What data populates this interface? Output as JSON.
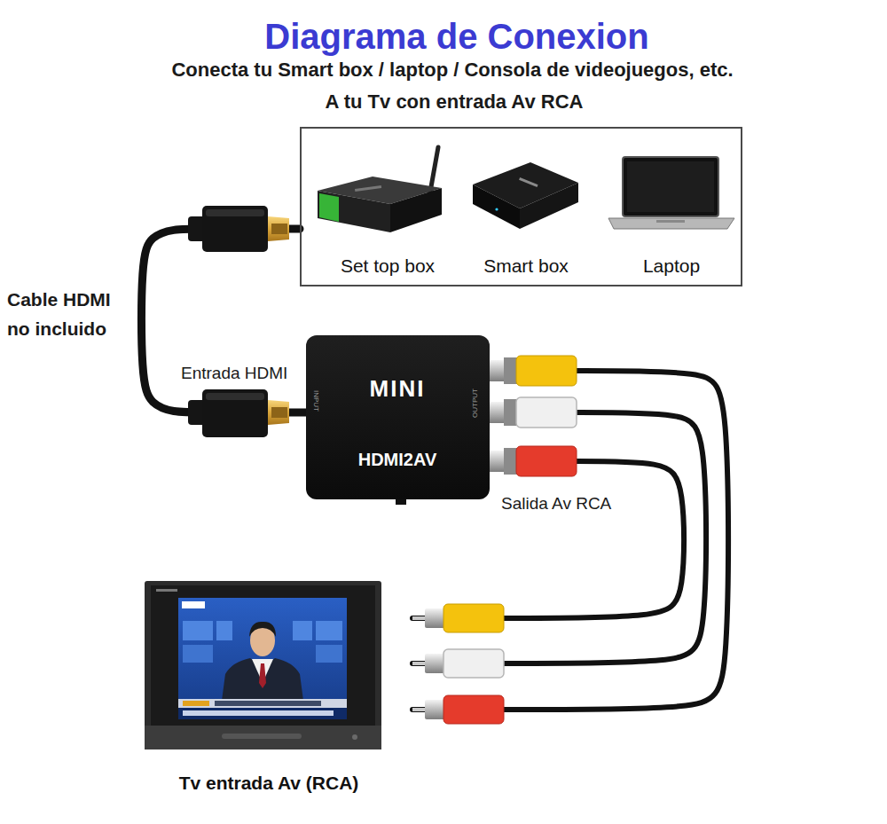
{
  "diagram": {
    "title": "Diagrama de Conexion",
    "nodes": [
      {
        "text": [
          "Set top box",
          "Smart box",
          "Laptop"
        ]
      },
      {
        "text": [
          "MINI",
          "HDMI2AV",
          "INPUT",
          "OUTPUT"
        ]
      },
      {
        "text": [
          "Tv entrada Av (RCA)"
        ]
      }
    ],
    "edges": [
      {
        "from": 0,
        "to": 1,
        "arrow": "none",
        "label": "Cable HDMI no incluido"
      },
      {
        "from": 1,
        "to": 2,
        "arrow": "none"
      },
      {
        "from": 1,
        "to": 2,
        "arrow": "none"
      },
      {
        "from": 1,
        "to": 2,
        "arrow": "none"
      }
    ],
    "labels": [
      "Conecta tu Smart box / laptop / Consola de videojuegos, etc.",
      "A tu Tv con entrada Av RCA",
      "Entrada HDMI",
      "Salida Av RCA"
    ]
  }
}
